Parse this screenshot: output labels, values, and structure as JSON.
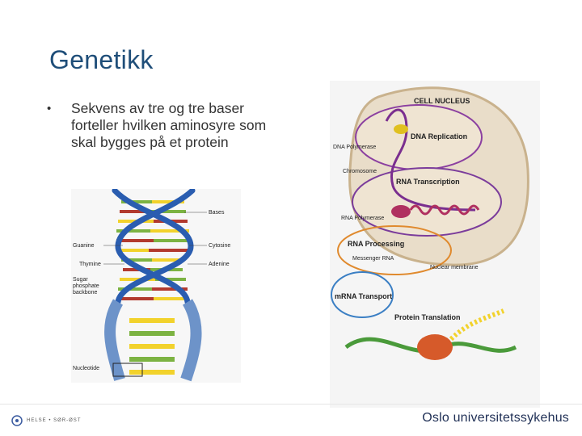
{
  "slide": {
    "title": "Genetikk",
    "bullets": [
      "Sekvens av tre og tre baser forteller hvilken aminosyre som skal bygges på et protein"
    ]
  },
  "dna_figure": {
    "labels": {
      "bases": "Bases",
      "guanine": "Guanine",
      "cytosine": "Cytosine",
      "thymine": "Thymine",
      "adenine": "Adenine",
      "backbone_1": "Sugar",
      "backbone_2": "phosphate",
      "backbone_3": "backbone",
      "nucleotide": "Nucleotide"
    }
  },
  "cell_figure": {
    "labels": {
      "nucleus": "CELL NUCLEUS",
      "dna_replication": "DNA Replication",
      "dna_polymerase": "DNA Polymerase",
      "chromosome": "Chromosome",
      "rna_transcription": "RNA Transcription",
      "rna_polymerase": "RNA Polymerase",
      "rna_processing": "RNA Processing",
      "messenger_rna": "Messenger RNA",
      "nuclear_membrane": "Nuclear membrane",
      "mrna_transport": "mRNA Transport",
      "protein_translation": "Protein Translation"
    }
  },
  "footer": {
    "left_logo_text": "HELSE • SØR-ØST",
    "right_logo_text": "Oslo universitetssykehus"
  },
  "colors": {
    "title": "#1f4e79",
    "body_text": "#333333",
    "dna_blue": "#2a5db0",
    "base_green": "#7cb342",
    "base_yellow": "#f2d22c",
    "base_red": "#b23a2e"
  }
}
